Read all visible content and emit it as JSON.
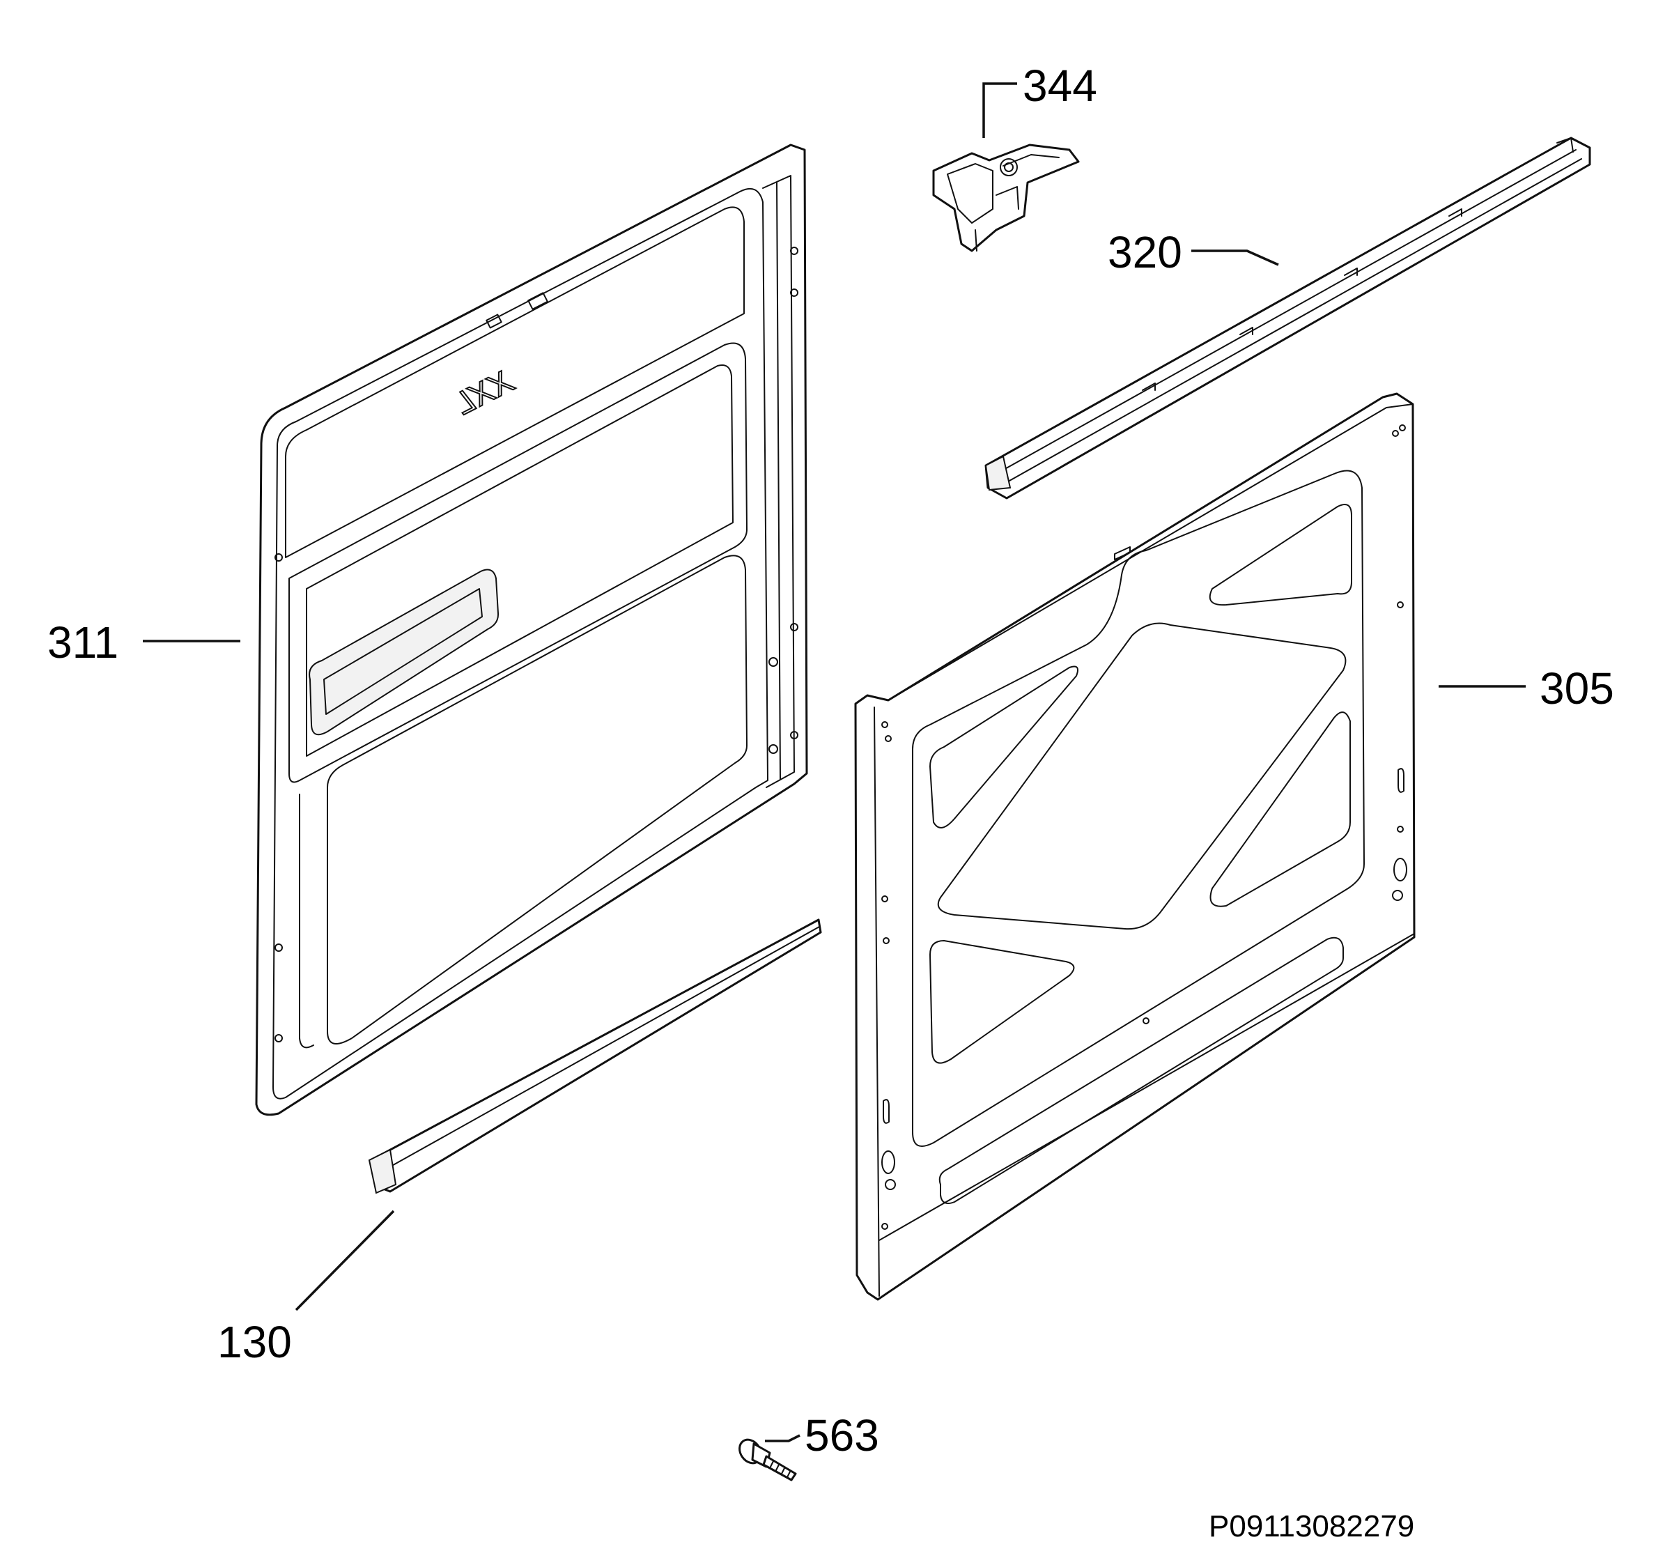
{
  "diagram": {
    "logo_mark": "XXL",
    "callouts": {
      "p344": "344",
      "p320": "320",
      "p311": "311",
      "p305": "305",
      "p130": "130",
      "p563": "563"
    },
    "document_code": "P09113082279"
  }
}
